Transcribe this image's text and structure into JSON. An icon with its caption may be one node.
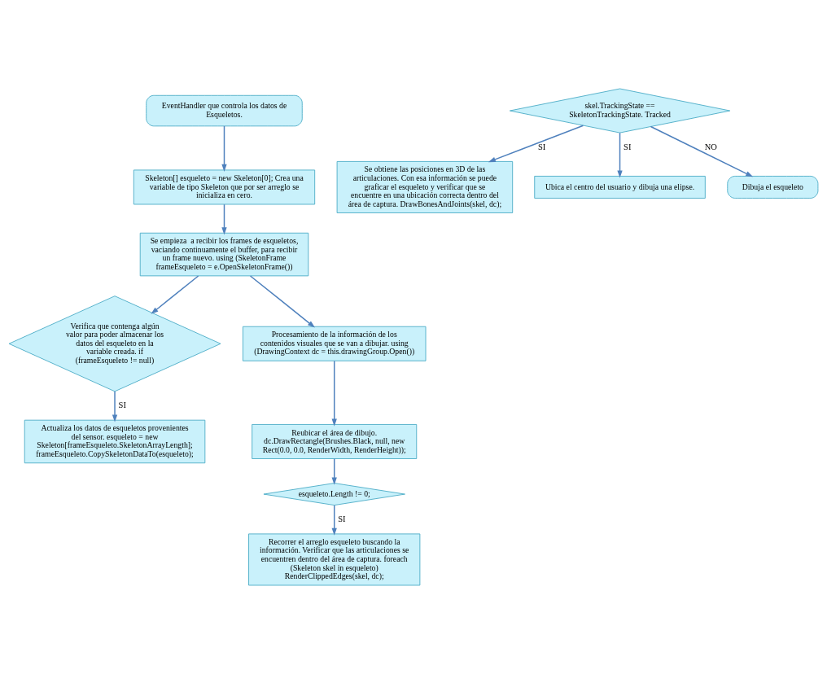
{
  "diagram": {
    "nodes": [
      {
        "text": [
          "EventHandler que controla los datos de Esqueletos."
        ]
      },
      {
        "text": [
          "Skeleton[] esqueleto = new Skeleton[0]; Crea una variable de tipo Skeleton que por ser arreglo se inicializa en cero."
        ]
      },
      {
        "text": [
          "Se empieza  a recibir los frames de esqueletos, vaciando continuamente el buffer, para recibir un frame nuevo. using (SkeletonFrame frameEsqueleto = e.OpenSkeletonFrame())"
        ]
      },
      {
        "text": [
          "Verifica que contenga algún valor para poder almacenar los datos del esqueleto en la variable creada. if (frameEsqueleto != null)"
        ]
      },
      {
        "text": [
          "Actualiza los datos de esqueletos provenientes del sensor. esqueleto = new Skeleton[frameEsqueleto.SkeletonArrayLength]; frameEsqueleto.CopySkeletonDataTo(esqueleto);"
        ]
      },
      {
        "text": [
          "Procesamiento de la información de los contenidos visuales que se van a dibujar. using (DrawingContext dc = this.drawingGroup.Open())"
        ]
      },
      {
        "text": [
          "Reubicar el área de dibujo. dc.DrawRectangle(Brushes.Black, null, new Rect(0.0, 0.0, RenderWidth, RenderHeight));"
        ]
      },
      {
        "text": [
          "esqueleto.Length != 0;"
        ]
      },
      {
        "text": [
          "Recorrer el arreglo esqueleto buscando la información. Verificar que las articulaciones se encuentren dentro del área de captura. foreach (Skeleton skel in esqueleto) RenderClippedEdges(skel, dc);"
        ]
      },
      {
        "text": [
          "skel.TrackingState == SkeletonTrackingState. Tracked"
        ]
      },
      {
        "text": [
          "Se obtiene las posiciones en 3D de las articulaciones. Con esa información se puede graficar el esqueleto y verificar que se encuentre en una ubicación correcta dentro del área de captura. DrawBonesAndJoints(skel, dc);"
        ]
      },
      {
        "text": [
          "Ubica el centro del usuario y dibuja una elipse."
        ]
      },
      {
        "text": [
          "Dibuja el esqueleto"
        ]
      }
    ],
    "edges": [
      {
        "from": 0,
        "to": 1,
        "arrow": "to"
      },
      {
        "from": 1,
        "to": 2,
        "arrow": "to"
      },
      {
        "from": 2,
        "to": 3,
        "arrow": "to"
      },
      {
        "from": 3,
        "to": 4,
        "arrow": "to",
        "label": "SI"
      },
      {
        "from": 2,
        "to": 5,
        "arrow": "to"
      },
      {
        "from": 5,
        "to": 6,
        "arrow": "to"
      },
      {
        "from": 6,
        "to": 7,
        "arrow": "to"
      },
      {
        "from": 7,
        "to": 8,
        "arrow": "to",
        "label": "SI"
      },
      {
        "from": 9,
        "to": 10,
        "arrow": "to",
        "label": "SI"
      },
      {
        "from": 9,
        "to": 11,
        "arrow": "to",
        "label": "SI"
      },
      {
        "from": 9,
        "to": 12,
        "arrow": "to",
        "label": "NO"
      }
    ]
  }
}
